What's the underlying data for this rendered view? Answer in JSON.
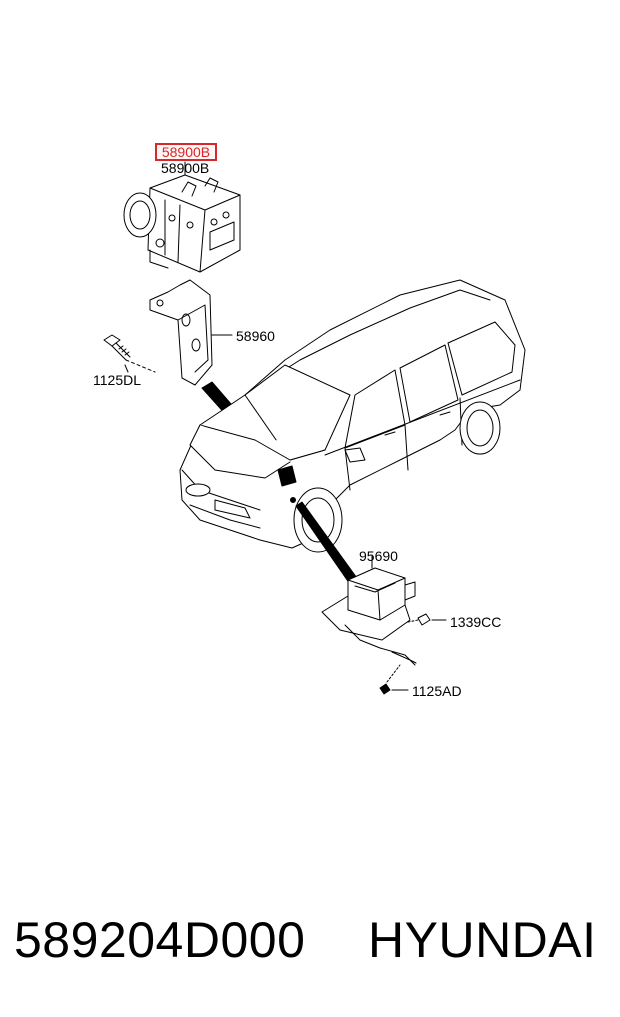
{
  "callouts": {
    "highlighted": "58900B",
    "abs_module": "58900B",
    "bracket": "58960",
    "bracket_bolt": "1125DL",
    "sensor": "95690",
    "sensor_nut": "1339CC",
    "sensor_bolt": "1125AD"
  },
  "footer": {
    "part_number": "589204D000",
    "brand": "HYUNDAI"
  },
  "colors": {
    "highlight": "#d62828",
    "line": "#000000"
  }
}
